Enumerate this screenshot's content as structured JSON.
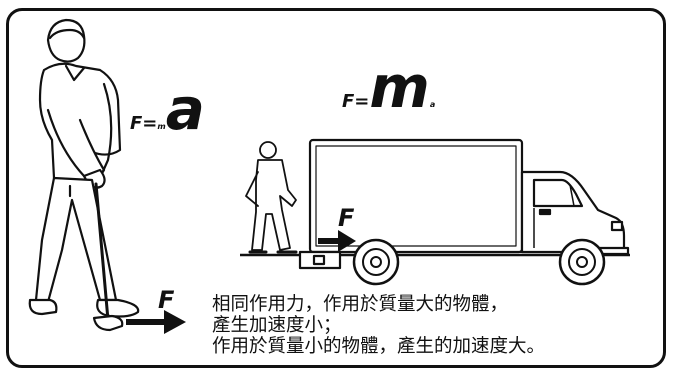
{
  "formula_left": {
    "f": "F=",
    "m": "m",
    "a": "a"
  },
  "formula_right": {
    "f": "F=",
    "m": "m",
    "a": "a"
  },
  "force_label_golf": "F",
  "force_label_truck": "F",
  "caption": {
    "line1": "相同作用力，作用於質量大的物體，",
    "line2": "產生加速度小；",
    "line3": "作用於質量小的物體，產生的加速度大。"
  }
}
